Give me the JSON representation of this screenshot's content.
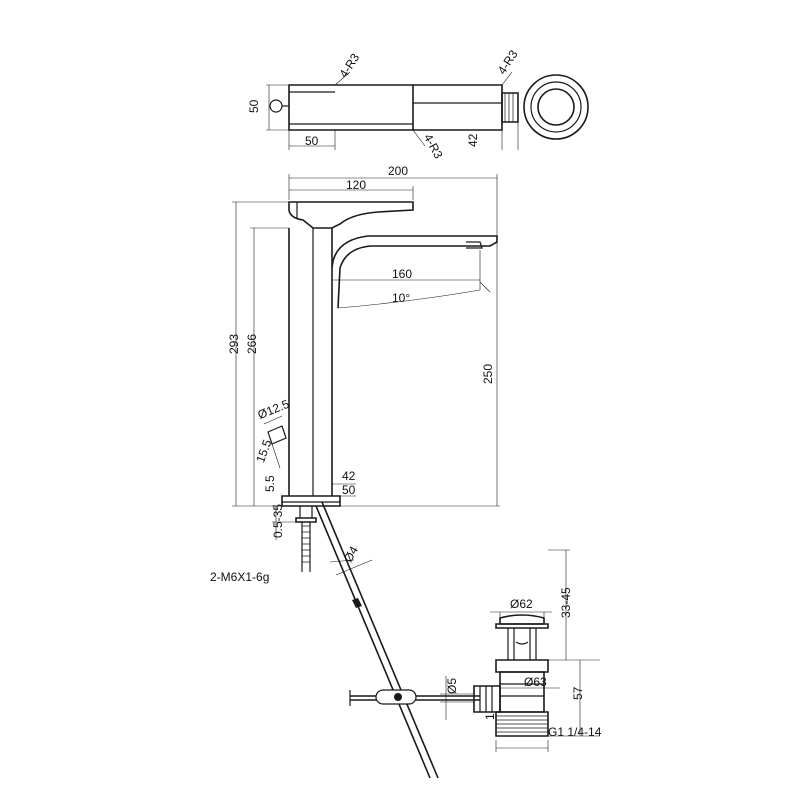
{
  "top_view": {
    "dims": {
      "width_50_left": "50",
      "height_50": "50",
      "radius_a": "4-R3",
      "radius_b": "4-R3",
      "radius_c": "4-R3",
      "depth_42": "42"
    }
  },
  "side_view": {
    "dims": {
      "overall_200": "200",
      "handle_120": "120",
      "spout_160": "160",
      "angle_10": "10°",
      "height_293": "293",
      "height_266": "266",
      "height_250": "250",
      "dia_12_5": "Ø12.5",
      "len_15_5": "15.5",
      "base_5_5": "5.5",
      "base_42": "42",
      "base_50": "50",
      "range_0_5_35": "0.5-35",
      "rod_dia_4": "Ø4",
      "thread_m6": "2-M6X1-6g"
    }
  },
  "drain": {
    "dims": {
      "cap_dia_62": "Ø62",
      "range_33_45": "33-45",
      "body_dia_63": "Ø63",
      "dia_5": "Ø5",
      "height_57": "57",
      "thread_g1": "G1 1/4-14",
      "side_1": "1"
    }
  },
  "colors": {
    "line": "#1a1a1a",
    "background": "#ffffff"
  }
}
